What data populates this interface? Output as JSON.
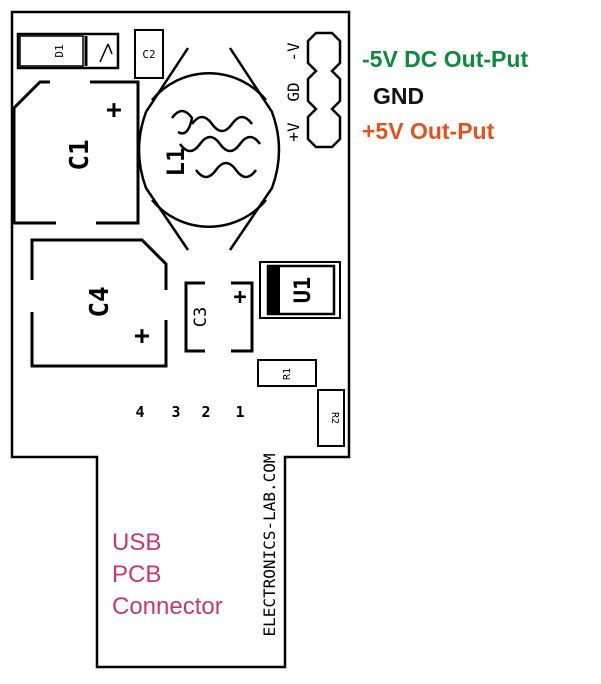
{
  "annotations": {
    "neg": {
      "text": "-5V DC Out-Put",
      "color": "#0f8a3c"
    },
    "gnd": {
      "text": "GND",
      "color": "#111111"
    },
    "pos": {
      "text": "+5V Out-Put",
      "color": "#e0531f"
    }
  },
  "usb_label": {
    "line1": "USB",
    "line2": "PCB",
    "line3": "Connector",
    "color": "#c8386f"
  },
  "board": {
    "website": "ELECTRONICS-LAB.COM",
    "connector_pins": [
      "-V",
      "GD",
      "+V"
    ],
    "usb_pins": [
      "4",
      "3",
      "2",
      "1"
    ]
  },
  "components": {
    "d1": "D1",
    "c2": "C2",
    "c1": "C1",
    "l1": "L1",
    "c4": "C4",
    "c3": "C3",
    "u1": "U1",
    "r1": "R1",
    "r2": "R2",
    "plus": "+"
  }
}
